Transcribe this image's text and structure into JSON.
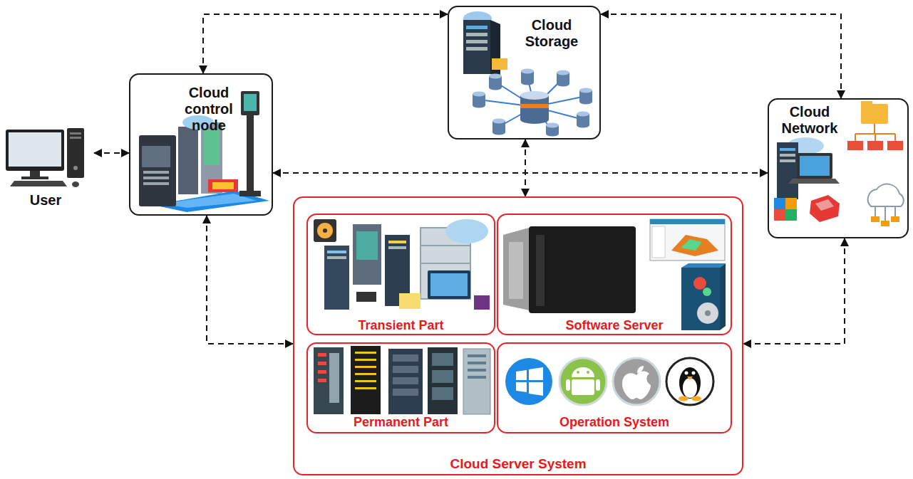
{
  "diagram": {
    "nodes": [
      {
        "text": [
          "User"
        ]
      },
      {
        "text": [
          "Cloud control node"
        ]
      },
      {
        "text": [
          "Cloud Storage"
        ]
      },
      {
        "text": [
          "Cloud Network"
        ]
      },
      {
        "text": [
          "Cloud Server System"
        ]
      },
      {
        "text": [
          "Transient Part"
        ],
        "in": 4
      },
      {
        "text": [
          "Software Server"
        ],
        "in": 4
      },
      {
        "text": [
          "Permanent Part"
        ],
        "in": 4
      },
      {
        "text": [
          "Operation System"
        ],
        "in": 4
      }
    ],
    "edges": [
      {
        "from": 0,
        "to": 1,
        "arrow": "both"
      },
      {
        "from": 1,
        "to": 2,
        "arrow": "both"
      },
      {
        "from": 2,
        "to": 3,
        "arrow": "both"
      },
      {
        "from": 1,
        "to": 3,
        "arrow": "both"
      },
      {
        "from": 2,
        "to": 4,
        "arrow": "both"
      },
      {
        "from": 1,
        "to": 4,
        "arrow": "both"
      },
      {
        "from": 3,
        "to": 4,
        "arrow": "both"
      }
    ]
  }
}
